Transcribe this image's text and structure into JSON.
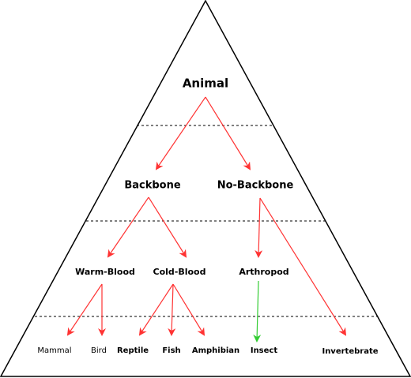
{
  "nodes": {
    "animal": "Animal",
    "backbone": "Backbone",
    "no_backbone": "No-Backbone",
    "warm_blood": "Warm-Blood",
    "cold_blood": "Cold-Blood",
    "arthropod": "Arthropod",
    "mammal": "Mammal",
    "bird": "Bird",
    "reptile": "Reptile",
    "fish": "Fish",
    "amphibian": "Amphibian",
    "insect": "Insect",
    "invertebrate": "Invertebrate"
  },
  "colors": {
    "arrow_red": "#ff3333",
    "arrow_green": "#33cc33",
    "outline": "#000000"
  }
}
